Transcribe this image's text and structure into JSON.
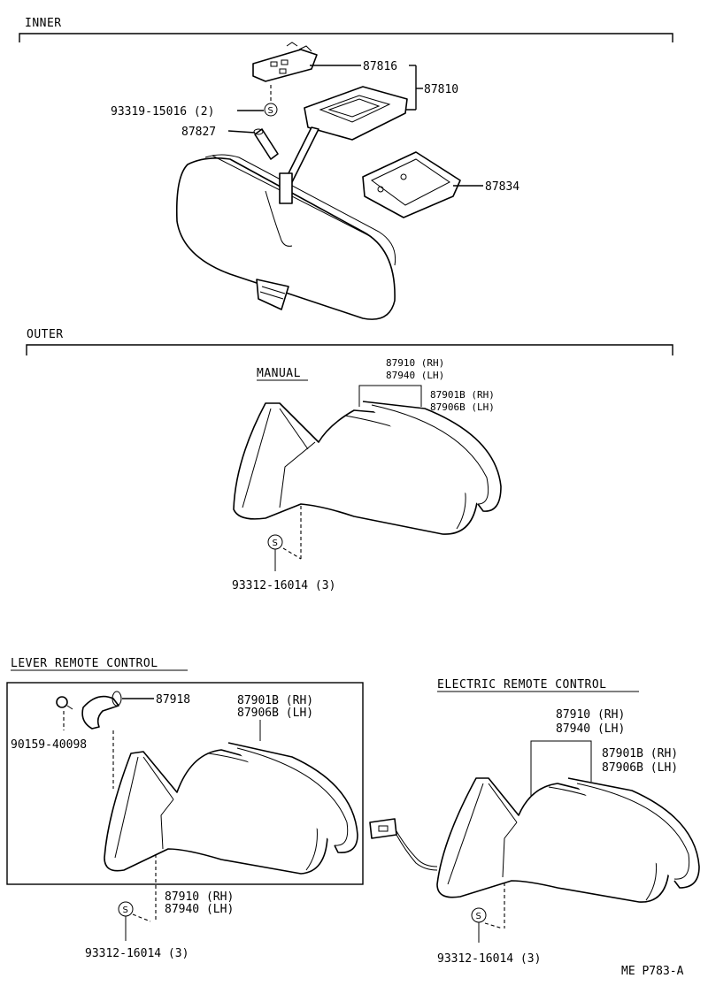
{
  "sections": {
    "inner": "INNER",
    "outer": "OUTER",
    "manual": "MANUAL",
    "lever": "LEVER REMOTE CONTROL",
    "electric": "ELECTRIC REMOTE CONTROL"
  },
  "symbol": "S",
  "inner": {
    "p87816": "87816",
    "p87810": "87810",
    "p93319": "93319-15016 (2)",
    "p87827": "87827",
    "p87834": "87834"
  },
  "manual": {
    "p87910": "87910 (RH)",
    "p87940": "87940 (LH)",
    "p87901": "87901B (RH)",
    "p87906": "87906B (LH)",
    "p93312": "93312-16014 (3)"
  },
  "lever": {
    "p87918": "87918",
    "p90159": "90159-40098",
    "p87901": "87901B (RH)",
    "p87906": "87906B (LH)",
    "p87910": "87910 (RH)",
    "p87940": "87940 (LH)",
    "p93312": "93312-16014 (3)"
  },
  "electric": {
    "p87910": "87910 (RH)",
    "p87940": "87940 (LH)",
    "p87901": "87901B (RH)",
    "p87906": "87906B (LH)",
    "p93312": "93312-16014 (3)"
  },
  "footer_code": "ME P783-A"
}
